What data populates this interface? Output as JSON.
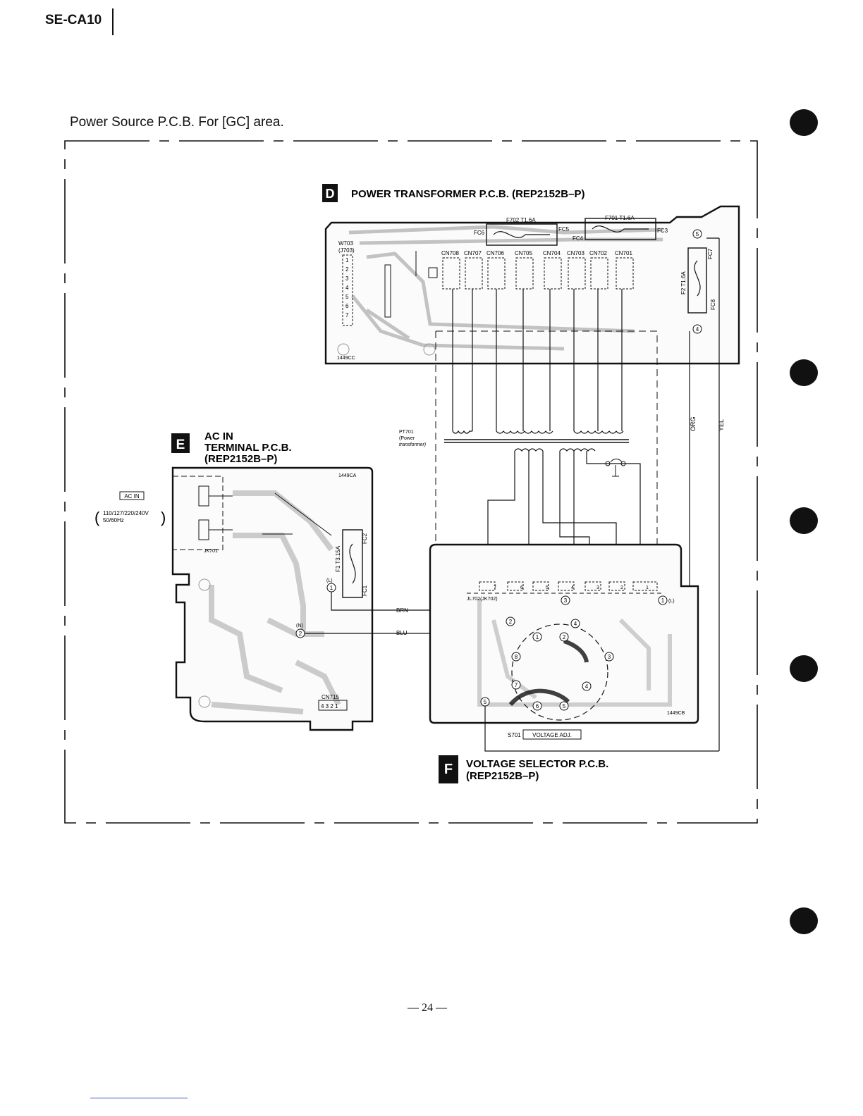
{
  "header": {
    "model": "SE-CA10"
  },
  "caption": "Power Source P.C.B. For [GC] area.",
  "boards": {
    "d": {
      "letter": "D",
      "title": "POWER TRANSFORMER P.C.B. (REP2152B–P)"
    },
    "e": {
      "letter": "E",
      "title_line1": "AC IN",
      "title_line2": "TERMINAL P.C.B.",
      "title_line3": "(REP2152B–P)"
    },
    "f": {
      "letter": "F",
      "title_line1": "VOLTAGE SELECTOR P.C.B.",
      "title_line2": "(REP2152B–P)"
    }
  },
  "labels": {
    "f702": "F702 T1.6A",
    "f701": "F701 T1.6A",
    "fc6": "FC6",
    "fc5": "FC5",
    "fc4": "FC4",
    "fc3": "FC3",
    "fc7": "FC7",
    "fc8": "FC8",
    "fc2": "FC2",
    "fc1": "FC1",
    "f2": "F2 T1.6A",
    "f1": "F1 T3.15A",
    "w703": "W703",
    "j703": "(J703)",
    "cn708": "CN708",
    "cn707": "CN707",
    "cn706": "CN706",
    "cn705": "CN705",
    "cn704": "CN704",
    "cn703": "CN703",
    "cn702": "CN702",
    "cn701": "CN701",
    "code_d": "1449CC",
    "code_e": "1449CA",
    "code_f": "1449CB",
    "pt701_line1": "PT701",
    "pt701_line2": "(Power",
    "pt701_line3": "transformer)",
    "org": "ORG",
    "yel": "YEL",
    "brn": "BRN",
    "blu": "BLU",
    "ac_in": "AC IN",
    "voltage_line1": "110/127/220/240V",
    "voltage_line2": "50/60Hz",
    "jk701": "JK701",
    "jl702": "JL702(JK702)",
    "cn715": "CN715",
    "cn715_pins": "4 3 2 1",
    "s701": "S701",
    "voltage_adj": "VOLTAGE ADJ.",
    "n": "(N)",
    "l": "(L)",
    "pin_l": "(L)",
    "n1": "1",
    "n2": "2",
    "n3": "3",
    "n4": "4",
    "n5": "5",
    "n6": "6",
    "n7": "7"
  },
  "footer": {
    "page": "— 24 —"
  }
}
